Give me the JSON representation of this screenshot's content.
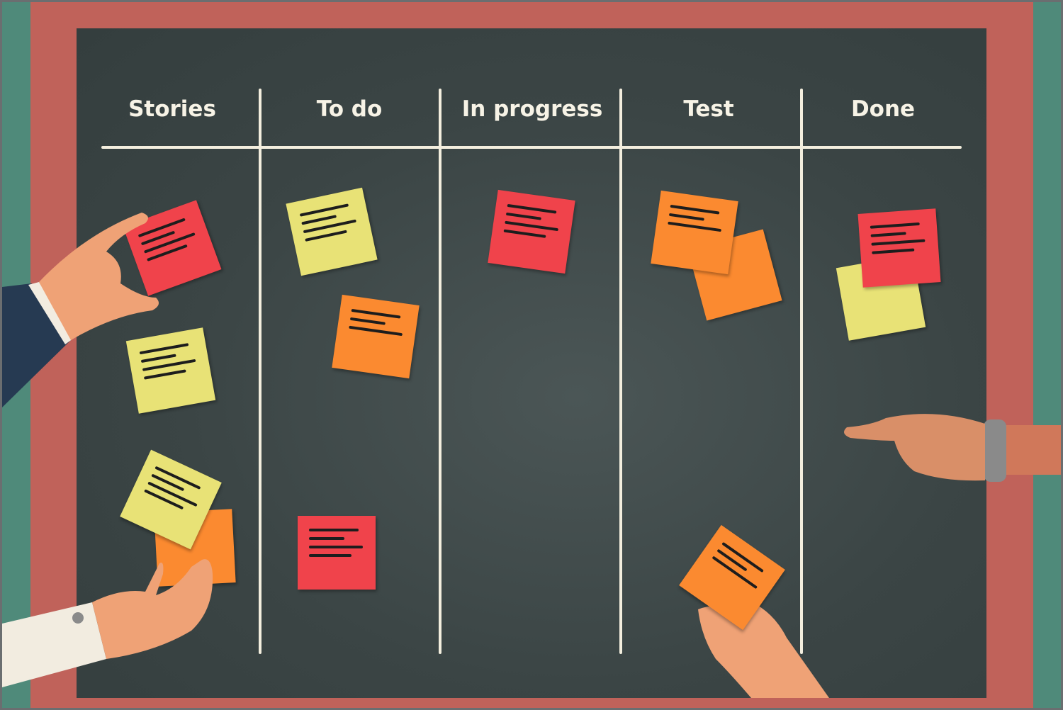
{
  "columns": [
    {
      "title": "Stories"
    },
    {
      "title": "To do"
    },
    {
      "title": "In progress"
    },
    {
      "title": "Test"
    },
    {
      "title": "Done"
    }
  ],
  "colors": {
    "board": "#3b4545",
    "frame": "#c0625a",
    "wall": "#4f8a7a",
    "red": "#f0434b",
    "yellow": "#e8e276",
    "orange": "#fb8a30",
    "skin": "#efa276"
  }
}
